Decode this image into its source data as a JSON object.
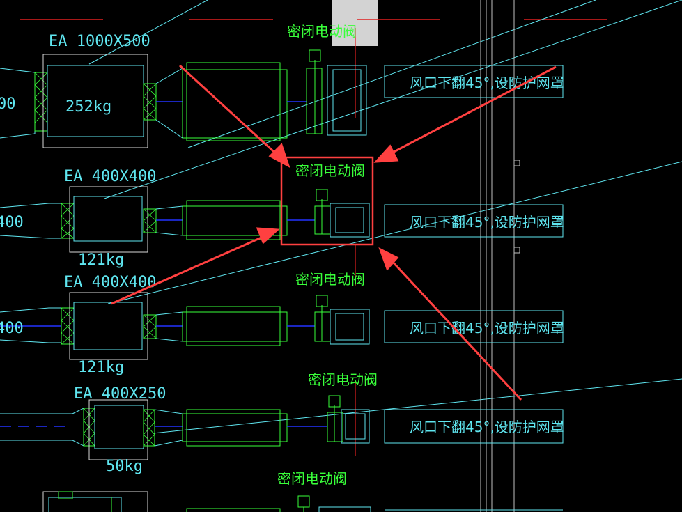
{
  "labels": {
    "units": [
      {
        "id": "ea1",
        "spec": "EA 1000X500",
        "weight": "252kg",
        "duct_size": "00"
      },
      {
        "id": "ea2",
        "spec": "EA 400X400",
        "weight": "121kg",
        "duct_size": "400"
      },
      {
        "id": "ea3",
        "spec": "EA 400X400",
        "weight": "121kg",
        "duct_size": "400"
      },
      {
        "id": "ea4",
        "spec": "EA 400X250",
        "weight": "50kg"
      }
    ],
    "valve_labels": [
      "密闭电动阀",
      "密闭电动阀",
      "密闭电动阀",
      "密闭电动阀",
      "密闭电动阀"
    ],
    "outlet_notes": [
      "风口下翻45°,设防护网罩",
      "风口下翻45°,设防护网罩",
      "风口下翻45°,设防护网罩",
      "风口下翻45°,设防护网罩"
    ]
  },
  "colors": {
    "background": "#000000",
    "cyan": "#5fe6f0",
    "green": "#39ff3a",
    "white": "#d9d9d9",
    "blue": "#2233ff",
    "red": "#ff2a2a",
    "highlight": "#ff4040"
  }
}
